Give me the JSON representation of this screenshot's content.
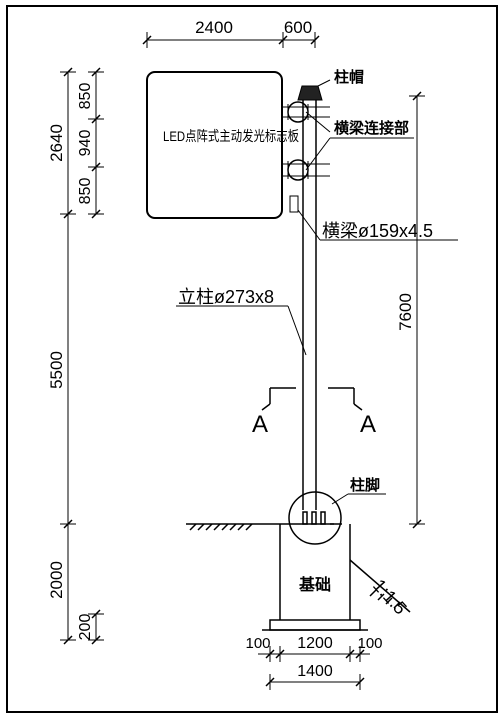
{
  "dimensions": {
    "top_left": "2400",
    "top_right": "600",
    "left_sign_top": "850",
    "left_sign_mid": "940",
    "left_sign_bottom": "850",
    "left_sign_total": "2640",
    "left_pole": "5500",
    "left_foundation": "2000",
    "left_base": "200",
    "right_total": "7600",
    "bottom_left_margin": "100",
    "bottom_center": "1200",
    "bottom_right_margin": "100",
    "bottom_total": "1400"
  },
  "labels": {
    "sign_text": "LED点阵式主动发光标志板",
    "pole_cap": "柱帽",
    "crossarm_connection": "横梁连接部",
    "crossarm": "横梁ø159x4.5",
    "column": "立柱ø273x8",
    "section_left": "A",
    "section_right": "A",
    "column_foot": "柱脚",
    "foundation": "基础",
    "slope": "1:1.5"
  }
}
